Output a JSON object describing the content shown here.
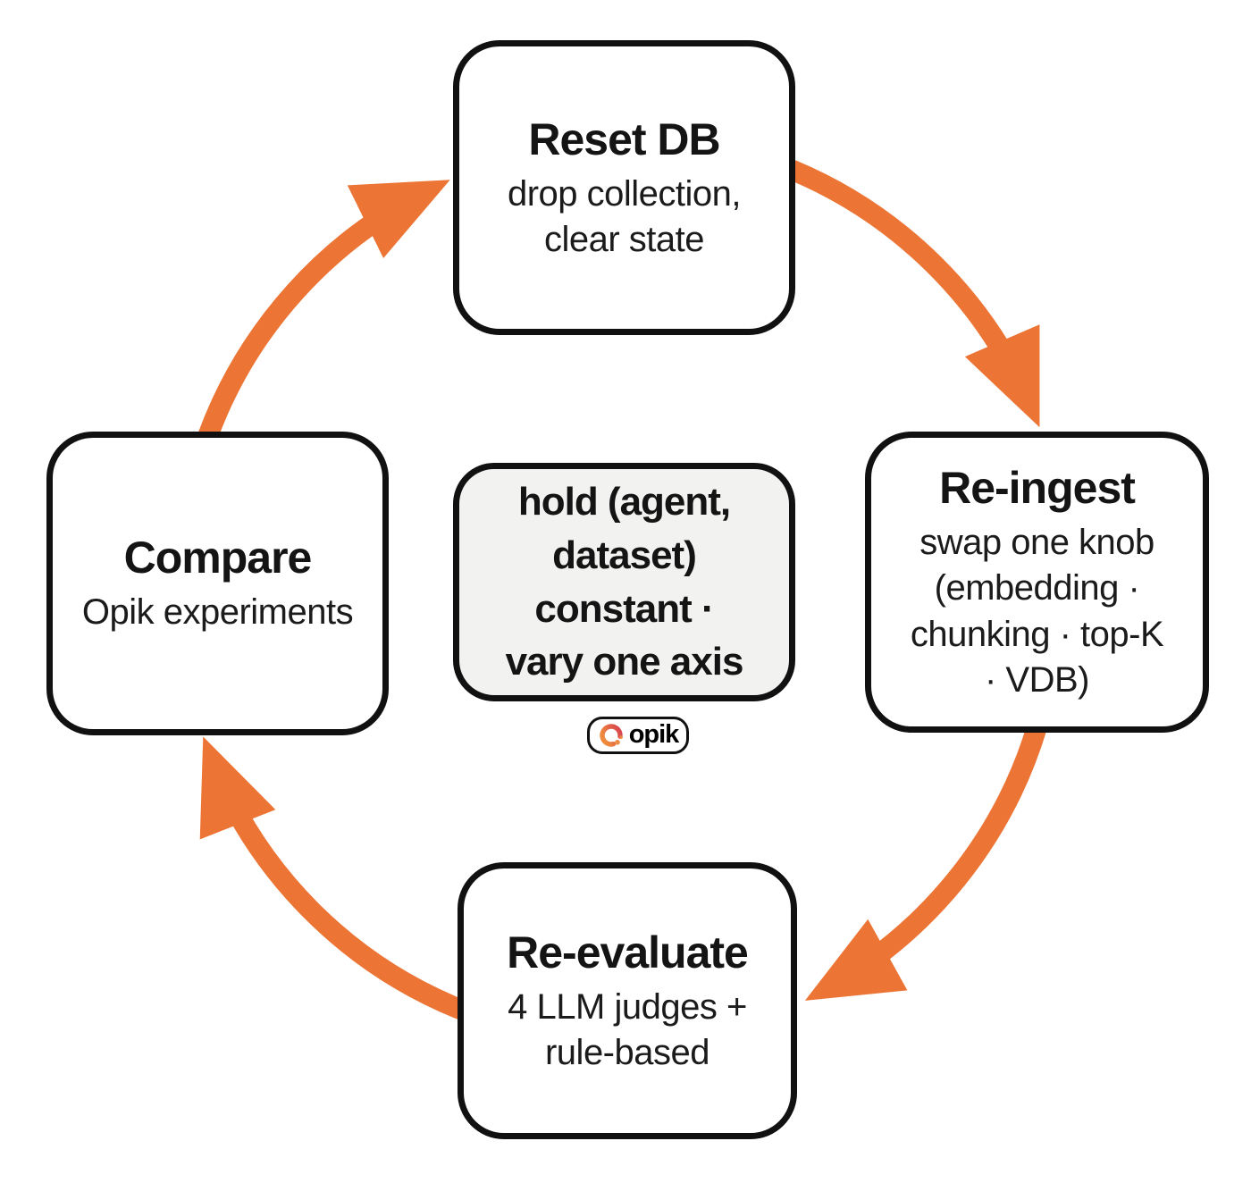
{
  "diagram": {
    "type": "cycle",
    "direction": "clockwise",
    "colors": {
      "background": "#FFFFFF",
      "arrow_orange": "#EC7434",
      "box_border": "#111111",
      "text": "#141414",
      "center_box_fill": "#F2F2F1",
      "logo_gradient_top": "#D8444F",
      "logo_gradient_bottom": "#EF8A3D",
      "logo_dot": "#ED8C44"
    },
    "nodes": {
      "reset_db": {
        "title": "Reset DB",
        "lines": [
          "drop collection,",
          "clear state"
        ]
      },
      "re_ingest": {
        "title": "Re-ingest",
        "lines": [
          "swap one knob",
          "(embedding ·",
          "chunking · top-K",
          "· VDB)"
        ]
      },
      "re_evaluate": {
        "title": "Re-evaluate",
        "lines": [
          "4 LLM judges +",
          "rule-based"
        ]
      },
      "compare": {
        "title": "Compare",
        "lines": [
          "Opik experiments"
        ]
      }
    },
    "center_note": {
      "lines": [
        "hold (agent,",
        "dataset)",
        "constant ·",
        "vary one axis"
      ]
    },
    "logo": {
      "text": "opik"
    }
  }
}
